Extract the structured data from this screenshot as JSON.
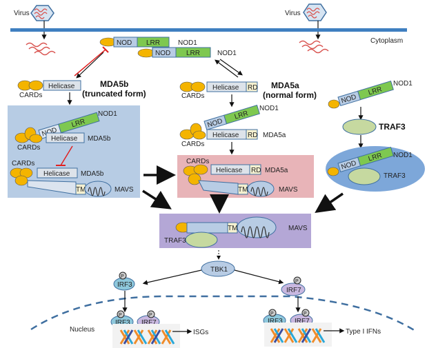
{
  "labels": {
    "virus_left": "Virus",
    "virus_right": "Virus",
    "cytoplasm": "Cytoplasm",
    "nucleus": "Nucleus",
    "nod1": "NOD1",
    "nod": "NOD",
    "lrr": "LRR",
    "helicase": "Helicase",
    "rd": "RD",
    "cards": "CARDs",
    "mda5b": "MDA5b",
    "mda5b_title": "MDA5b",
    "mda5b_sub": "(truncated form)",
    "mda5a": "MDA5a",
    "mda5a_title": "MDA5a",
    "mda5a_sub": "(normal form)",
    "traf3": "TRAF3",
    "traf3_title": "TRAF3",
    "tm": "TM",
    "mavs": "MAVS",
    "tbk1": "TBK1",
    "irf3": "IRF3",
    "irf7": "IRF7",
    "p": "P",
    "isgs": "ISGs",
    "type1_ifns": "Type I IFNs"
  },
  "colors": {
    "membrane": "#3f7fc0",
    "card": "#f4b400",
    "nod": "#b8cce4",
    "lrr": "#7ec850",
    "helicase": "#dde3ea",
    "rd": "#f5f0d0",
    "traf3": "#c6d9a0",
    "box_mda5b": "#b7cce4",
    "box_mda5a": "#e8b4b8",
    "box_mavs": "#b4a7d6",
    "irf3": "#8ec8dc",
    "irf7": "#c9b8e0",
    "inhibit": "#e02020",
    "rna": "#d9534f"
  }
}
